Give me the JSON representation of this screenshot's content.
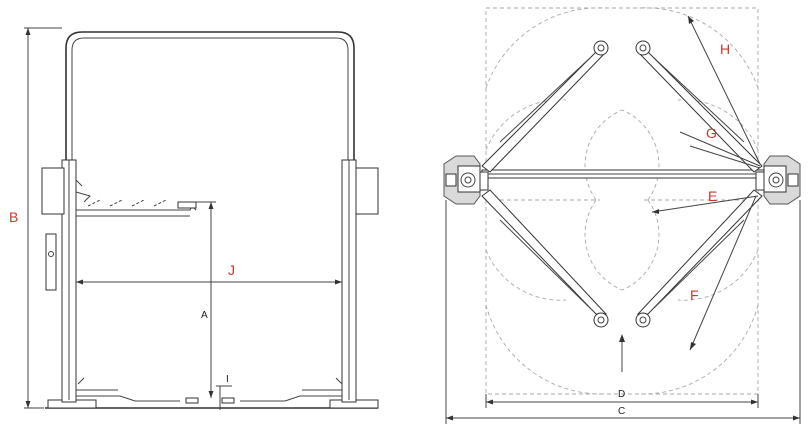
{
  "side_view": {
    "labels": {
      "overall_height": "B",
      "width_between_columns": "J",
      "lift_height": "A",
      "minimum_pad_height": "I"
    }
  },
  "top_view": {
    "labels": {
      "long_arm_reach": "H",
      "arm_angle": "G",
      "column_gap": "E",
      "short_arm_reach": "F",
      "drive_through_width": "D",
      "overall_width": "C"
    }
  },
  "colors": {
    "label_red": "#d2342a",
    "line": "#333333",
    "dashed": "#aaaaaa"
  }
}
